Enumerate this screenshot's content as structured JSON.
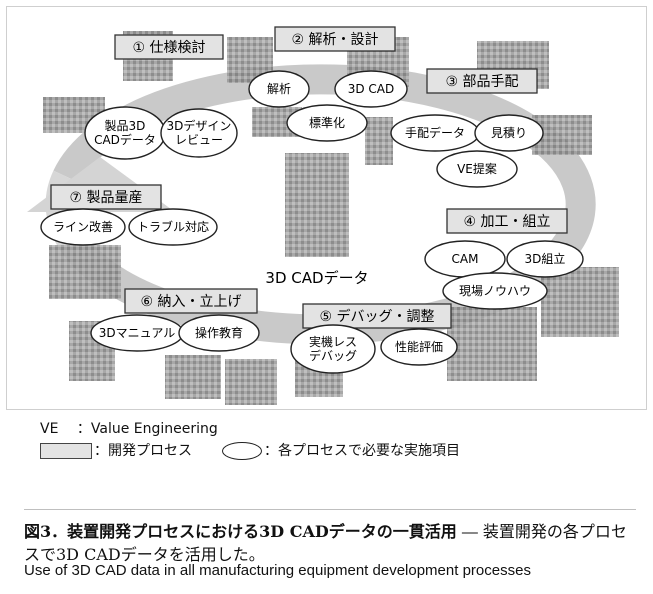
{
  "processes": [
    {
      "label": "① 仕様検討",
      "items": [
        "製品3D\nCADデータ",
        "3Dデザイン\nレビュー"
      ]
    },
    {
      "label": "② 解析・設計",
      "items": [
        "解析",
        "3D CAD",
        "標準化"
      ]
    },
    {
      "label": "③ 部品手配",
      "items": [
        "手配データ",
        "見積り",
        "VE提案"
      ]
    },
    {
      "label": "④ 加工・組立",
      "items": [
        "CAM",
        "3D組立",
        "現場ノウハウ"
      ]
    },
    {
      "label": "⑤ デバッグ・調整",
      "items": [
        "実機レス\nデバッグ",
        "性能評価"
      ]
    },
    {
      "label": "⑥ 納入・立上げ",
      "items": [
        "3Dマニュアル",
        "操作教育"
      ]
    },
    {
      "label": "⑦ 製品量産",
      "items": [
        "ライン改善",
        "トラブル対応"
      ]
    }
  ],
  "center_label": "3D CADデータ",
  "legend": {
    "ve_abbr": "VE",
    "ve_text": "：Value Engineering",
    "box_text": "：開発プロセス",
    "oval_text": "：各プロセスで必要な実施項目"
  },
  "caption": {
    "title": "図3．装置開発プロセスにおける3D CADデータの一貫活用",
    "dash": " ― ",
    "body": "装置開発の各プロセスで3D CADデータを活用した。",
    "english": "Use of 3D CAD data in all manufacturing equipment development processes"
  }
}
